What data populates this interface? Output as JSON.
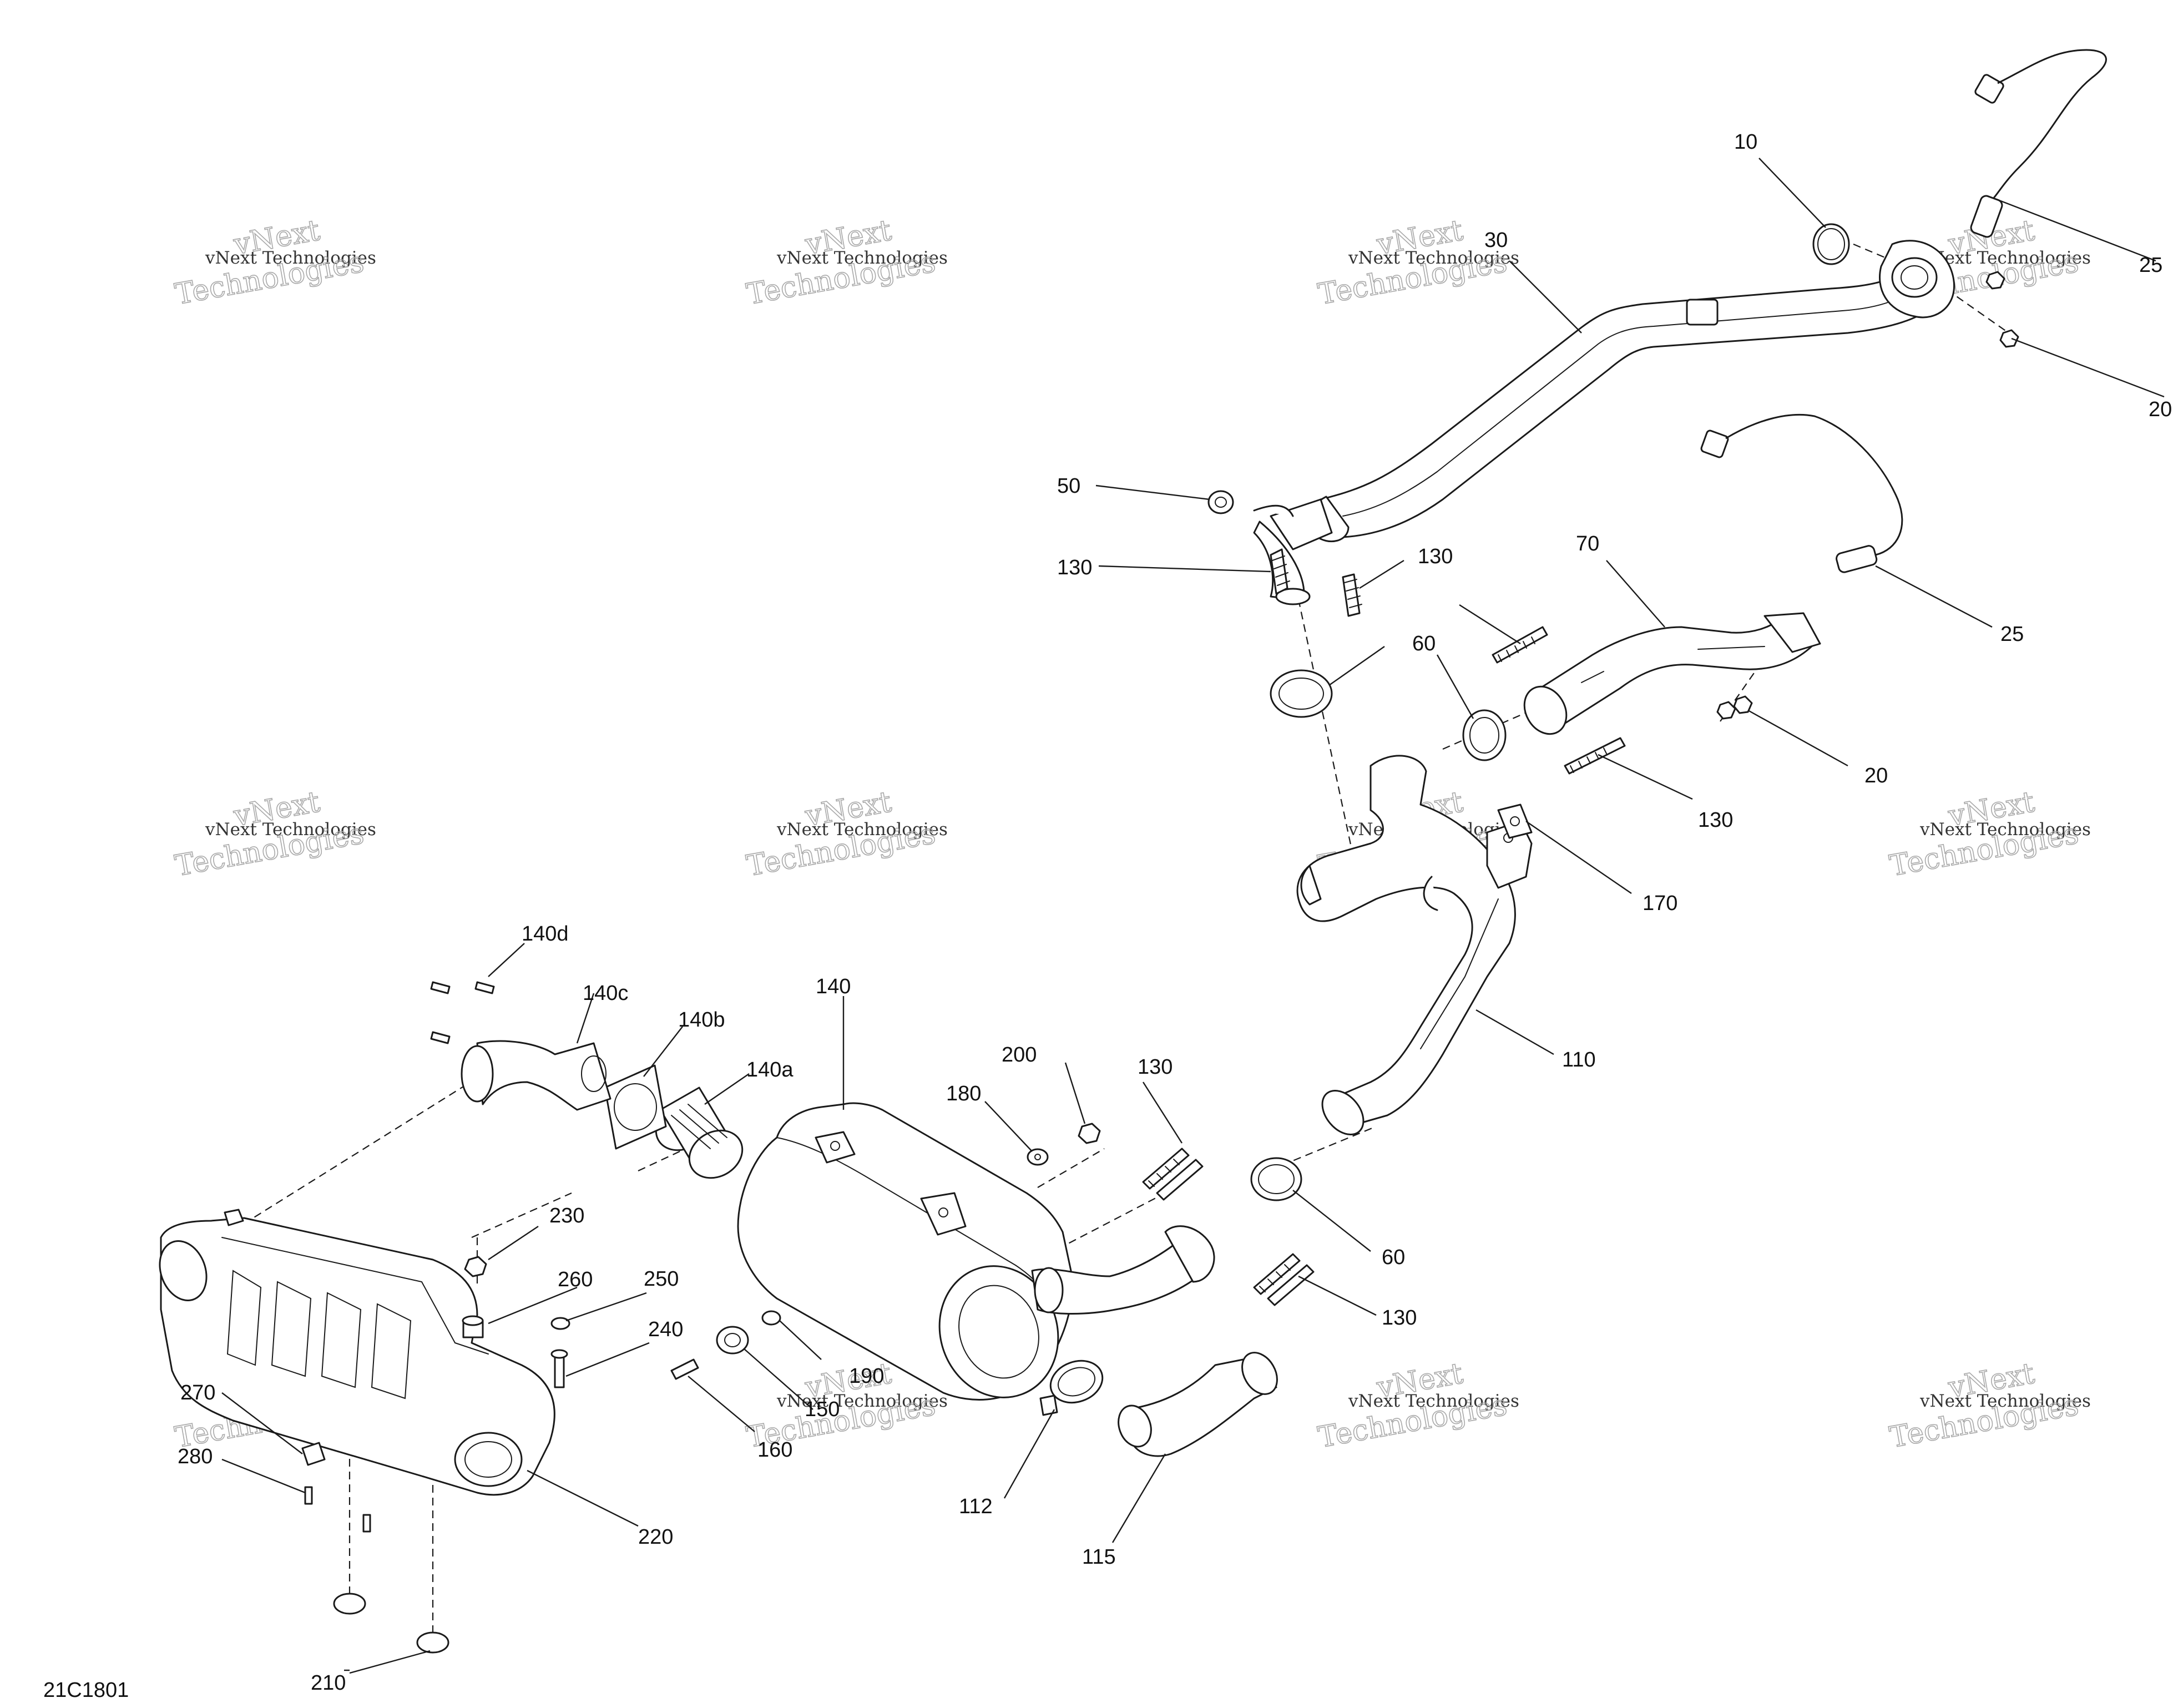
{
  "diagram": {
    "drawing_code": "21C1801",
    "watermark": {
      "line1": "vNext Technologies",
      "line2_a": "vNext",
      "line2_b": "Technologies"
    },
    "callouts": [
      {
        "id": "c10",
        "label": "10"
      },
      {
        "id": "c25a",
        "label": "25"
      },
      {
        "id": "c20a",
        "label": "20"
      },
      {
        "id": "c30",
        "label": "30"
      },
      {
        "id": "c50",
        "label": "50"
      },
      {
        "id": "c130a",
        "label": "130"
      },
      {
        "id": "c130b",
        "label": "130"
      },
      {
        "id": "c70",
        "label": "70"
      },
      {
        "id": "c25b",
        "label": "25"
      },
      {
        "id": "c60a",
        "label": "60"
      },
      {
        "id": "c20b",
        "label": "20"
      },
      {
        "id": "c130c",
        "label": "130"
      },
      {
        "id": "c170",
        "label": "170"
      },
      {
        "id": "c110",
        "label": "110"
      },
      {
        "id": "c140d",
        "label": "140d"
      },
      {
        "id": "c140c",
        "label": "140c"
      },
      {
        "id": "c140b",
        "label": "140b"
      },
      {
        "id": "c140a",
        "label": "140a"
      },
      {
        "id": "c140",
        "label": "140"
      },
      {
        "id": "c200",
        "label": "200"
      },
      {
        "id": "c180",
        "label": "180"
      },
      {
        "id": "c130d",
        "label": "130"
      },
      {
        "id": "c60b",
        "label": "60"
      },
      {
        "id": "c130e",
        "label": "130"
      },
      {
        "id": "c230",
        "label": "230"
      },
      {
        "id": "c260",
        "label": "260"
      },
      {
        "id": "c250",
        "label": "250"
      },
      {
        "id": "c240",
        "label": "240"
      },
      {
        "id": "c190",
        "label": "190"
      },
      {
        "id": "c150",
        "label": "150"
      },
      {
        "id": "c160",
        "label": "160"
      },
      {
        "id": "c270",
        "label": "270"
      },
      {
        "id": "c280",
        "label": "280"
      },
      {
        "id": "c220",
        "label": "220"
      },
      {
        "id": "c112",
        "label": "112"
      },
      {
        "id": "c115",
        "label": "115"
      },
      {
        "id": "c210",
        "label": "210"
      }
    ]
  }
}
